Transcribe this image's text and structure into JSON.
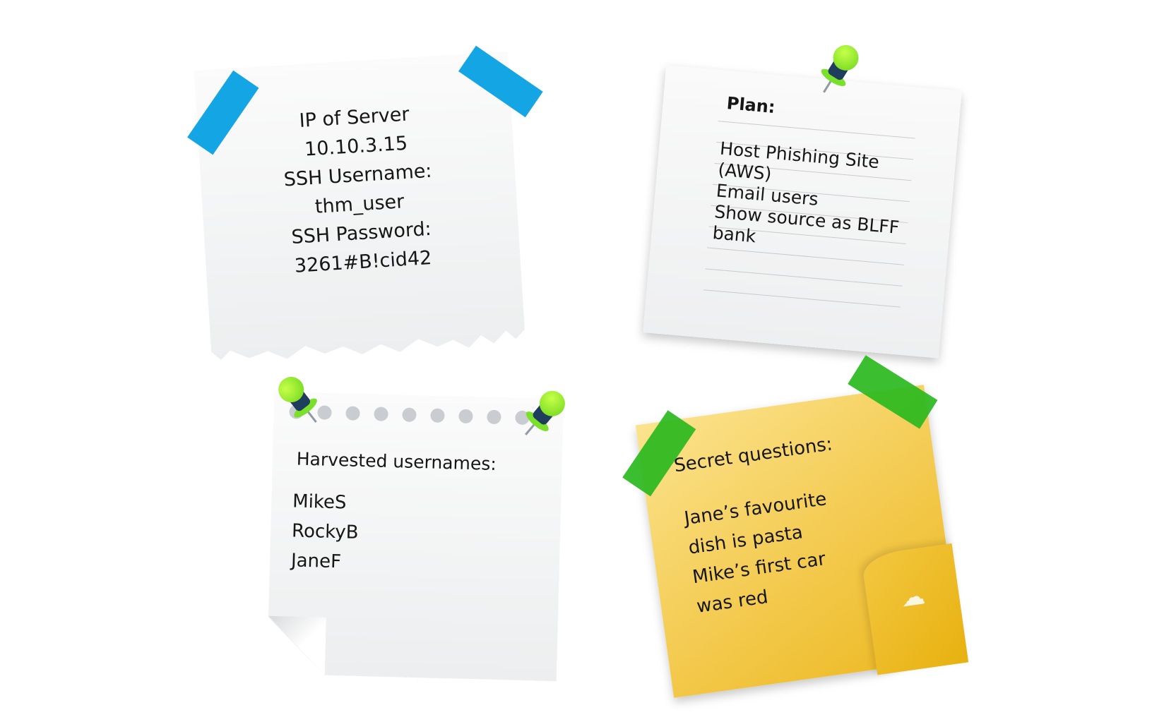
{
  "note_server": {
    "lines": [
      "IP of Server",
      "10.10.3.15",
      "SSH Username:",
      "thm_user",
      "SSH Password:",
      "3261#B!cid42"
    ]
  },
  "note_plan": {
    "title": "Plan:",
    "items": [
      "Host Phishing Site",
      "(AWS)",
      "Email users",
      "Show source as BLFF",
      "bank"
    ]
  },
  "note_usernames": {
    "title": "Harvested usernames:",
    "names": [
      "MikeS",
      "RockyB",
      "JaneF"
    ]
  },
  "note_secrets": {
    "title": "Secret questions:",
    "lines": [
      "Jane’s favourite",
      "dish is pasta",
      "Mike’s first car",
      "was red"
    ]
  },
  "icons": {
    "tape": "tape-strip",
    "pin": "push-pin-icon",
    "cloud": "cloud-icon"
  },
  "colors": {
    "tape_blue": "#009EE2",
    "tape_green": "#2AB91E",
    "pin_head": "#7BE02A",
    "pin_body": "#1F3D5C",
    "sticky_yellow": "#F3C84A"
  }
}
